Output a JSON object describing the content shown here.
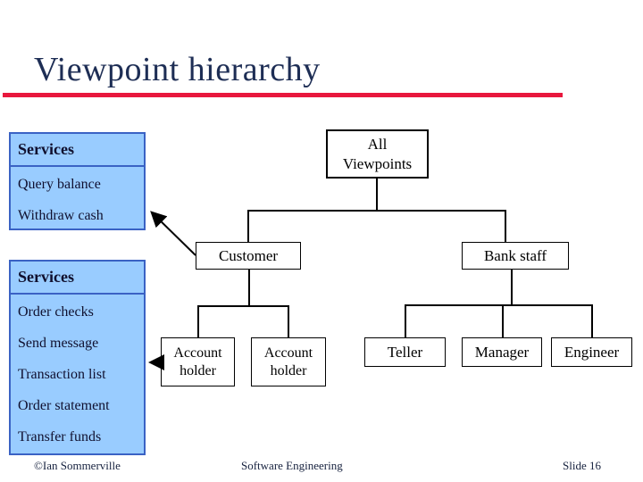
{
  "title": "Viewpoint hierarchy",
  "colors": {
    "accent_red": "#e8173d",
    "title_navy": "#1e2e55",
    "box_fill": "#99ccff",
    "box_border": "#3a62c4",
    "box_text": "#10102e",
    "line_black": "#000000"
  },
  "service_boxes": [
    {
      "header": "Services",
      "items": [
        "Query balance",
        "Withdraw cash"
      ]
    },
    {
      "header": "Services",
      "items": [
        "Order checks",
        "Send message",
        "Transaction list",
        "Order statement",
        "Transfer funds"
      ]
    }
  ],
  "tree": {
    "root": {
      "line1": "All",
      "line2": "Viewpoints"
    },
    "customer": "Customer",
    "bankstaff": "Bank staff",
    "account_holder_1": "Account holder",
    "account_holder_2": "Account holder",
    "teller": "Teller",
    "manager": "Manager",
    "engineer": "Engineer"
  },
  "footer": {
    "left": "©Ian Sommerville",
    "center": "Software Engineering",
    "right": "Slide 16"
  }
}
